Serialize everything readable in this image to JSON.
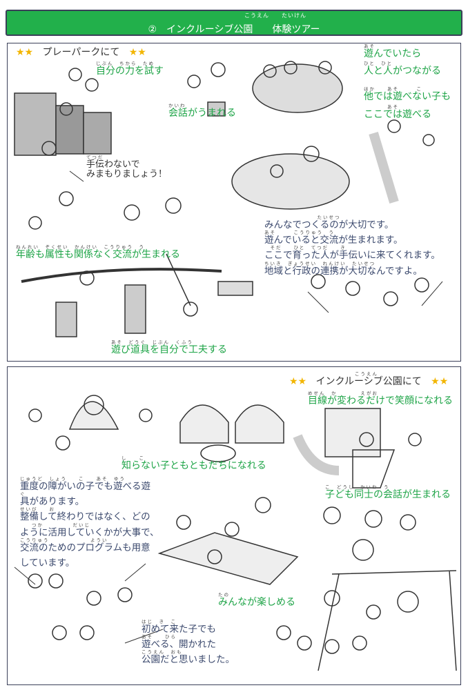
{
  "header": {
    "ruby": "こうえん　　たいけん",
    "title": "②　インクルーシブ公園　　体験ツアー"
  },
  "panel1": {
    "heading": {
      "stars": "★★",
      "text": "プレーパークにて"
    },
    "captions": [
      {
        "ruby": "じぶん　ちから　ため",
        "lines": [
          "自分の力を試す"
        ]
      },
      {
        "ruby": "あそ",
        "lines": [
          "遊んでいたら"
        ]
      },
      {
        "ruby": "ひと　ひと",
        "lines": [
          "人と人がつながる"
        ]
      },
      {
        "ruby": "ほか　　あそ　　　こ",
        "lines": [
          "他では遊べない子も"
        ]
      },
      {
        "ruby": "　　　　あそ",
        "lines": [
          "ここでは遊べる"
        ]
      },
      {
        "ruby": "かいわ",
        "lines": [
          "会話がうまれる"
        ]
      },
      {
        "ruby": "てつだ",
        "lines": [
          "手伝わないで",
          "みまもりましょう！"
        ]
      },
      {
        "ruby": "ねんれい　ぞくせい　かんけい　こうりゅう　う",
        "lines": [
          "年齢も属性も関係なく交流が生まれる"
        ]
      },
      {
        "ruby": "あそ　どうぐ　じぶん　くふう",
        "lines": [
          "遊び道具を自分で工夫する"
        ]
      }
    ],
    "speech": [
      {
        "ruby": "　　　　　　　　　たいせつ",
        "text": "みんなでつくるのが大切です。"
      },
      {
        "ruby": "あそ　　　こうりゅう　う",
        "text": "遊んでいると交流が生まれます。"
      },
      {
        "ruby": "　そだ　　ひと　てつだ　　き",
        "text": "ここで育った人が手伝いに来てくれます。"
      },
      {
        "ruby": "ちいき　ぎょうせい　れんけい　たいせつ",
        "text": "地域と行政の連携が大切なんですよ。"
      }
    ]
  },
  "panel2": {
    "heading": {
      "stars": "★★",
      "text": "インクルーシブ公園にて",
      "ruby": "こうえん"
    },
    "captions": [
      {
        "ruby": "めせん　か　　　　えがお",
        "lines": [
          "目線が変わるだけで笑顔になれる"
        ]
      },
      {
        "ruby": "し　　こ",
        "lines": [
          "知らない子ともともだちになれる"
        ]
      },
      {
        "ruby": "こ　どうし　かいわ　う",
        "lines": [
          "子ども同士の会話が生まれる"
        ]
      },
      {
        "ruby": "たの",
        "lines": [
          "みんなが楽しめる"
        ]
      }
    ],
    "speech1": [
      {
        "ruby": "じゅうど　しょう　　こ　　あそ　ゆう",
        "text": "重度の障がいの子でも遊べる遊"
      },
      {
        "ruby": "ぐ",
        "text": "具があります。"
      },
      {
        "ruby": "せいび　　お",
        "text": "整備して終わりではなく、どの"
      },
      {
        "ruby": "　　つか　　　　　だいじ",
        "text": "ように活用していくかが大事で、"
      },
      {
        "ruby": "こうりゅう　　　　　　　ようい",
        "text": "交流のためのプログラムも用意"
      },
      {
        "ruby": "",
        "text": "しています。"
      }
    ],
    "speech2": [
      {
        "ruby": "はじ　き　こ",
        "text": "初めて来た子でも"
      },
      {
        "ruby": "あそ　　ひら",
        "text": "遊べる、開かれた"
      },
      {
        "ruby": "こうえん　おも",
        "text": "公園だと思いました。"
      }
    ]
  },
  "colors": {
    "green": "#22b04b",
    "caption_green": "#1ea447",
    "star": "#f2b500",
    "border": "#3a3f58"
  }
}
